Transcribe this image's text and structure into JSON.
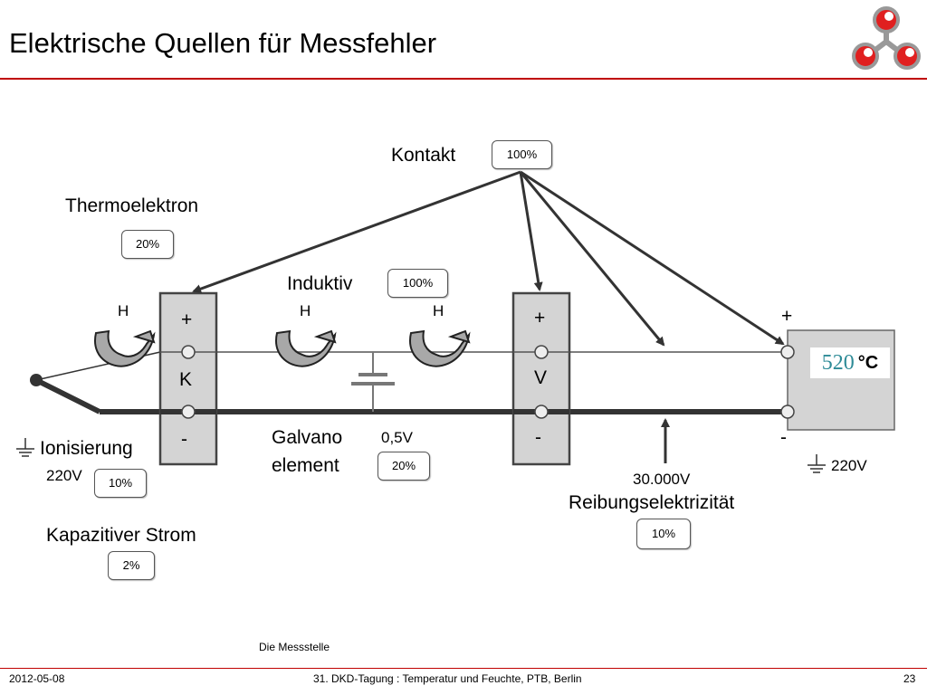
{
  "title": "Elektrische Quellen für Messfehler",
  "labels": {
    "kontakt": "Kontakt",
    "thermoelektron": "Thermoelektron",
    "induktiv": "Induktiv",
    "ionisierung": "Ionisierung",
    "kapazitiver_strom": "Kapazitiver Strom",
    "galvano_line1": "Galvano",
    "galvano_line2": "element",
    "reibung": "Reibungselektrizität",
    "messstelle": "Die Messstelle"
  },
  "badges": {
    "kontakt": "100%",
    "thermoelektron": "20%",
    "induktiv": "100%",
    "ionisierung": "10%",
    "kapazitiver_strom": "2%",
    "galvano": "20%",
    "reibung": "10%"
  },
  "values": {
    "ionisierung_voltage": "220V",
    "galvano_voltage": "0,5V",
    "reibung_voltage": "30.000V",
    "instrument_ground_voltage": "220V"
  },
  "markers": {
    "h1": "H",
    "h2": "H",
    "h3": "H",
    "k_plus": "+",
    "k_letter": "K",
    "k_minus": "-",
    "v_plus": "+",
    "v_letter": "V",
    "v_minus": "-",
    "inst_plus": "+",
    "inst_minus": "-"
  },
  "instrument": {
    "reading": "520",
    "unit": "°C"
  },
  "footer": {
    "date": "2012-05-08",
    "event": "31. DKD-Tagung : Temperatur und Feuchte, PTB, Berlin",
    "page": "23"
  },
  "colors": {
    "accent": "#c00000",
    "reading": "#2e8b97"
  }
}
